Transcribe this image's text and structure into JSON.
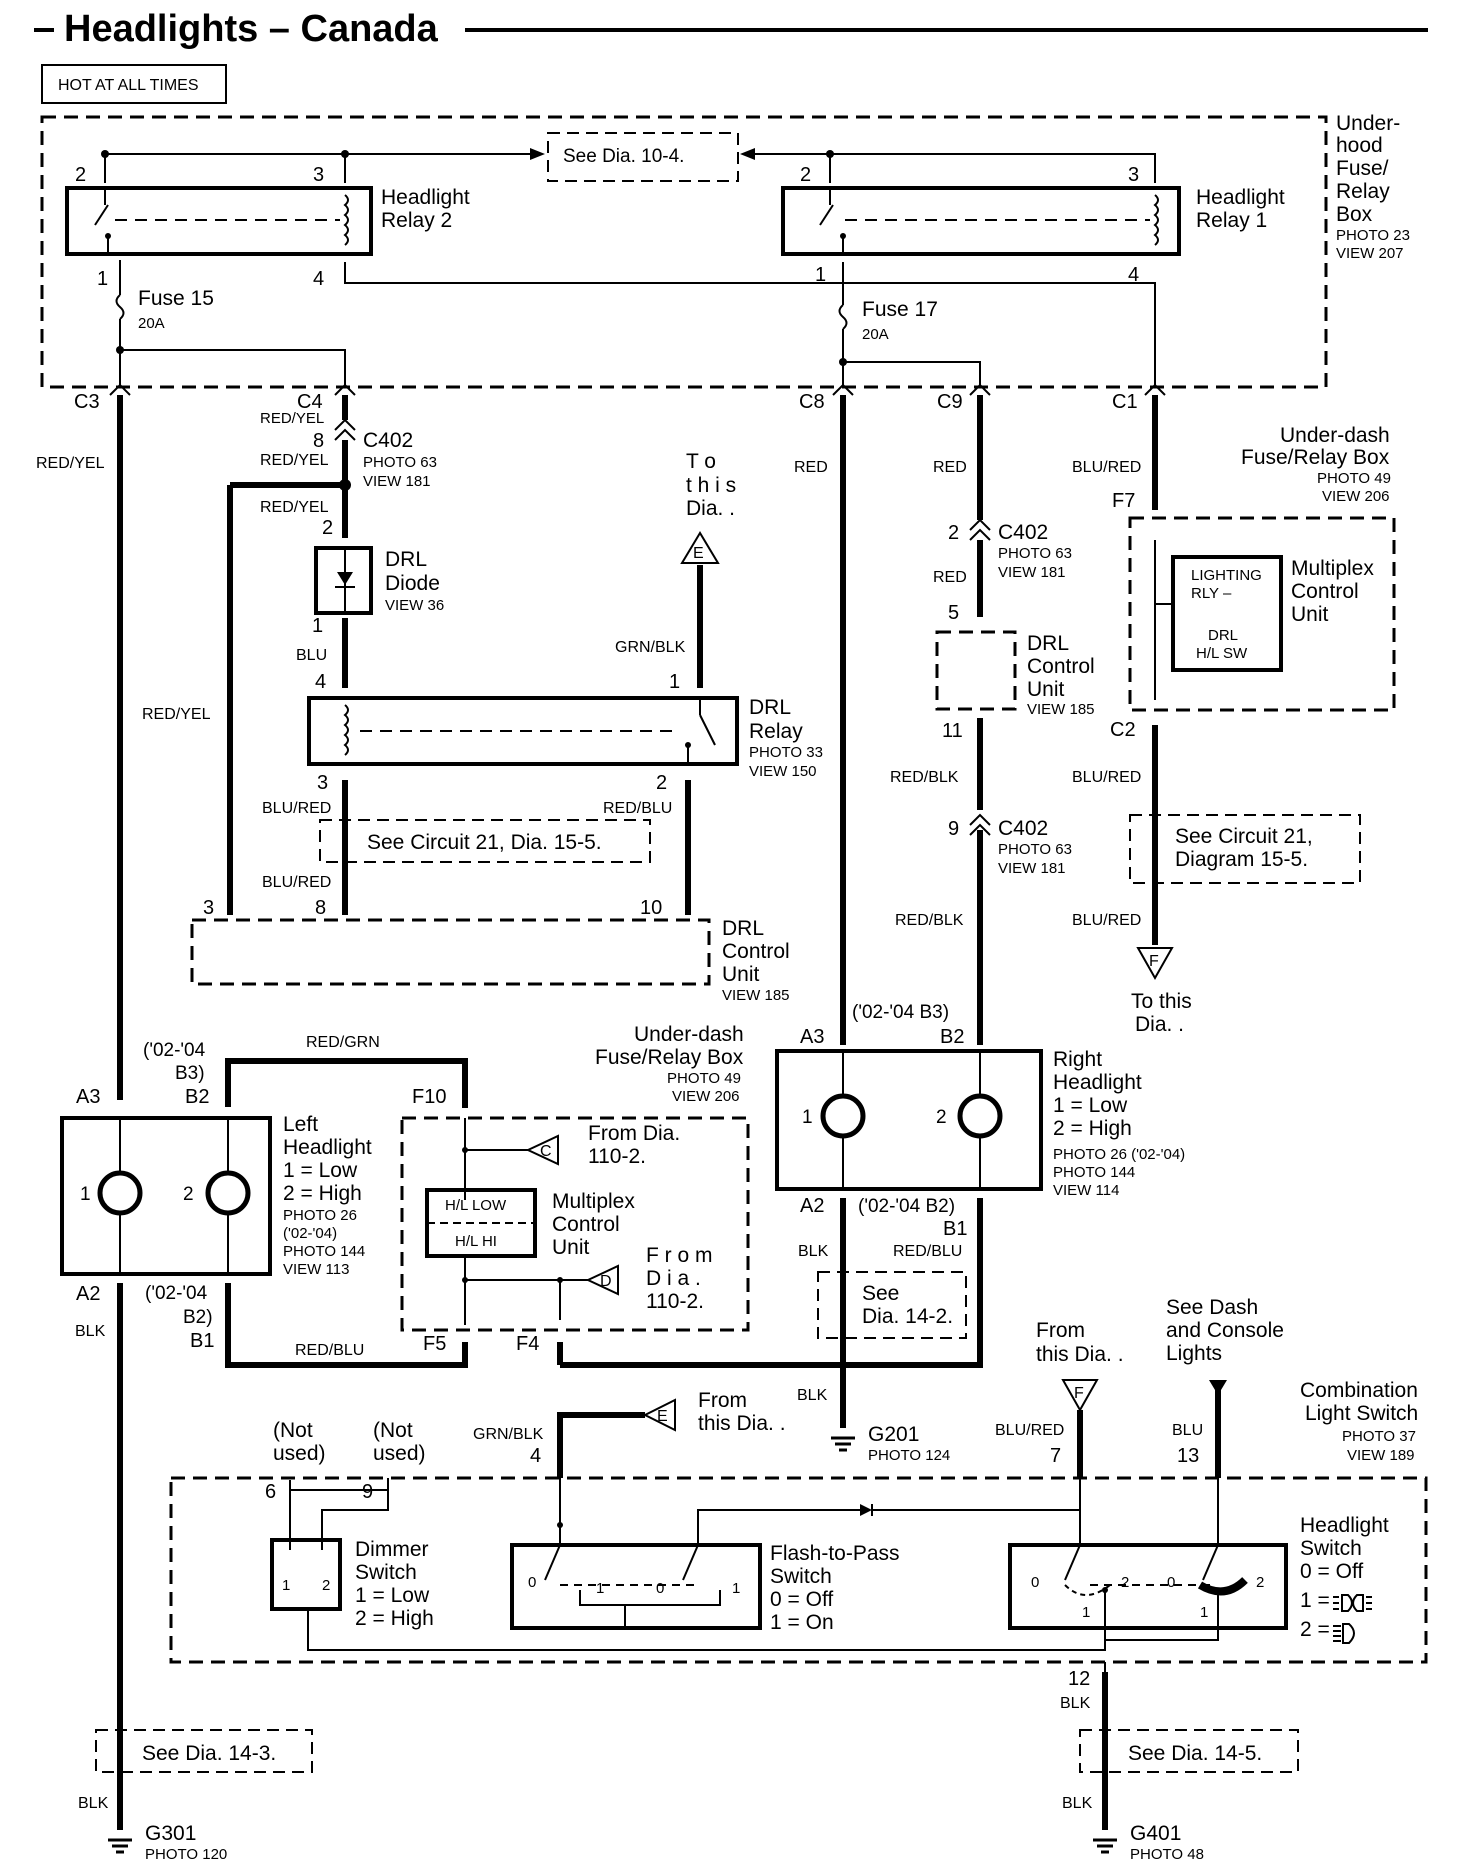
{
  "title": "Headlights – Canada",
  "hot_label": "HOT AT ALL TIMES",
  "underhood": {
    "name_lines": [
      "Under-",
      "hood",
      "Fuse/",
      "Relay",
      "Box"
    ],
    "photo": "PHOTO 23",
    "view": "VIEW 207",
    "see_dia": "See Dia. 10-4.",
    "relay2_lines": [
      "Headlight",
      "Relay 2"
    ],
    "relay1_lines": [
      "Headlight",
      "Relay 1"
    ],
    "fuse15": "Fuse 15",
    "fuse15_amp": "20A",
    "fuse17": "Fuse 17",
    "fuse17_amp": "20A",
    "pins": [
      "2",
      "3",
      "2",
      "3",
      "1",
      "4",
      "1",
      "4"
    ],
    "connectors": [
      "C3",
      "C4",
      "C8",
      "C9",
      "C1"
    ]
  },
  "wire_colors": {
    "red_yel": "RED/YEL",
    "red": "RED",
    "blu_red": "BLU/RED",
    "blu": "BLU",
    "grn_blk": "GRN/BLK",
    "red_blk": "RED/BLK",
    "red_blu": "RED/BLU",
    "red_grn": "RED/GRN",
    "blk": "BLK"
  },
  "c402": {
    "name": "C402",
    "photo": "PHOTO 63",
    "view": "VIEW 181",
    "pins": [
      "8",
      "2",
      "9"
    ]
  },
  "drl_diode": {
    "name_lines": [
      "DRL",
      "Diode"
    ],
    "view": "VIEW 36",
    "pins": [
      "2",
      "1"
    ]
  },
  "to_this_dia_e": [
    "T   o",
    "t h i s",
    "Dia. ."
  ],
  "drl_relay": {
    "name_lines": [
      "DRL",
      "Relay"
    ],
    "photo": "PHOTO 33",
    "view": "VIEW 150",
    "pins": [
      "4",
      "1",
      "3",
      "2"
    ]
  },
  "see_circuit_21_left": "See Circuit 21, Dia. 15-5.",
  "drl_control_unit": {
    "name_lines": [
      "DRL",
      "Control",
      "Unit"
    ],
    "view": "VIEW 185",
    "pins": [
      "3",
      "8",
      "10",
      "5",
      "11"
    ]
  },
  "under_dash_right": {
    "name_lines": [
      "Under-dash",
      "Fuse/Relay Box"
    ],
    "photo": "PHOTO 49",
    "view": "VIEW 206",
    "pins": [
      "F7",
      "C2"
    ],
    "lighting_rly": [
      "LIGHTING",
      "RLY –"
    ],
    "drl_hl_sw": [
      "DRL",
      "H/L SW"
    ],
    "mcu_lines": [
      "Multiplex",
      "Control",
      "Unit"
    ]
  },
  "see_circuit_21_right": [
    "See Circuit 21,",
    "Diagram 15-5."
  ],
  "to_this_dia_f": [
    "To this",
    "Dia. ."
  ],
  "left_headlight": {
    "name_lines": [
      "Left",
      "Headlight",
      "1 =  Low",
      "2 =  High"
    ],
    "photo_lines": [
      "PHOTO 26",
      "('02-'04)",
      "PHOTO 144",
      "VIEW 113"
    ],
    "pins": [
      "A3",
      "('02-'04",
      "B3)",
      "B2",
      "A2",
      "('02-'04",
      "B2)",
      "B1",
      "1",
      "2"
    ]
  },
  "under_dash_left": {
    "name_lines": [
      "Under-dash",
      "Fuse/Relay Box"
    ],
    "photo": "PHOTO 49",
    "view": "VIEW 206",
    "pins": [
      "F10",
      "F5",
      "F4"
    ],
    "from_dia_c": [
      "From Dia.",
      "110-2."
    ],
    "hl_low": "H/L LOW",
    "hl_hi": "H/L HI",
    "mcu_lines": [
      "Multiplex",
      "Control",
      "Unit"
    ],
    "from_dia_d": [
      "F r o m",
      "D i a .",
      "110-2."
    ]
  },
  "right_headlight": {
    "name_lines": [
      "Right",
      "Headlight",
      "1 =  Low",
      "2 =  High"
    ],
    "photo_lines": [
      "PHOTO 26 ('02-'04)",
      "PHOTO 144",
      "VIEW 114"
    ],
    "pins": [
      "('02-'04 B3)",
      "A3",
      "B2",
      "A2",
      "('02-'04 B2)",
      "B1",
      "1",
      "2"
    ]
  },
  "see_dia_142": [
    "See",
    "Dia.  14-2."
  ],
  "g201": {
    "name": "G201",
    "photo": "PHOTO 124"
  },
  "from_this_dia_e": [
    "From",
    "this Dia. ."
  ],
  "from_this_dia_f": [
    "From",
    "this Dia. ."
  ],
  "see_dash": [
    "See Dash",
    "and Console",
    "Lights"
  ],
  "combo_switch": {
    "name_lines": [
      "Combination",
      "Light Switch"
    ],
    "photo": "PHOTO 37",
    "view": "VIEW 189",
    "not_used_1": [
      "(Not",
      "used)"
    ],
    "not_used_2": [
      "(Not",
      "used)"
    ],
    "pins": [
      "6",
      "9",
      "4",
      "7",
      "13",
      "12"
    ],
    "dimmer_lines": [
      "Dimmer",
      "Switch",
      "1 =  Low",
      "2 =  High"
    ],
    "flash_lines": [
      "Flash-to-Pass",
      "Switch",
      "0 =  Off",
      "1 =  On"
    ],
    "headlight_sw_lines": [
      "Headlight",
      "Switch",
      "0 =  Off",
      "1 =",
      "2 ="
    ],
    "contact_labels": [
      "1",
      "2",
      "0",
      "1",
      "0",
      "1",
      "0",
      "2",
      "1",
      "0",
      "2",
      "1"
    ]
  },
  "see_dia_143": "See Dia. 14-3.",
  "see_dia_145": "See Dia. 14-5.",
  "g301": {
    "name": "G301",
    "photo": "PHOTO 120"
  },
  "g401": {
    "name": "G401",
    "photo": "PHOTO 48"
  },
  "flag_letters": [
    "E",
    "F",
    "C",
    "D"
  ]
}
